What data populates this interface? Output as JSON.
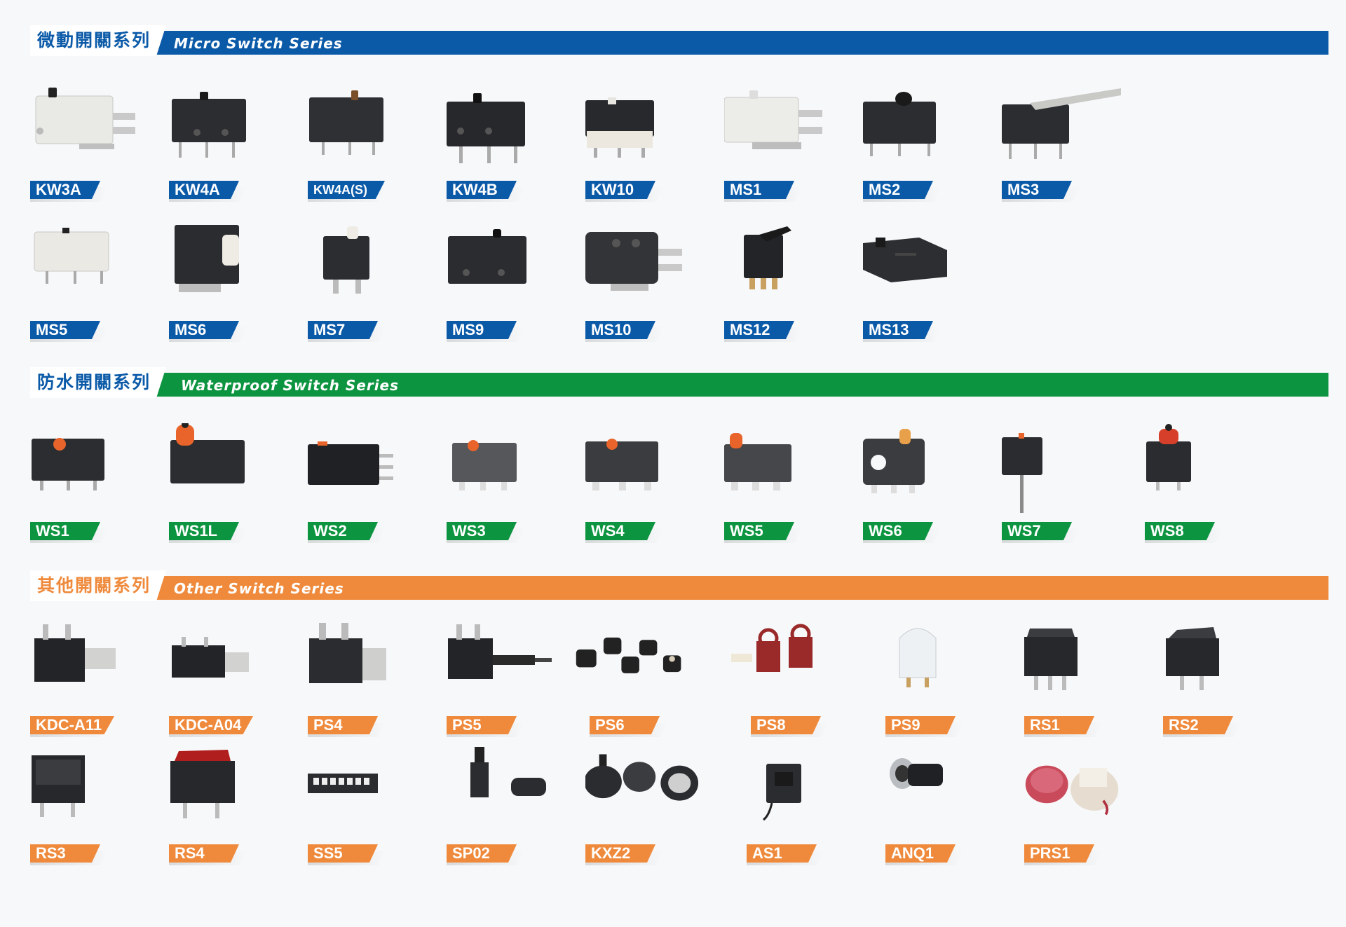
{
  "colors": {
    "micro": "#0b5aa8",
    "water": "#0d9440",
    "other": "#ef8a3c"
  },
  "sections": {
    "micro": {
      "cn": "微動開關系列",
      "en": "Micro Switch Series"
    },
    "water": {
      "cn": "防水開關系列",
      "en": "Waterproof Switch Series"
    },
    "other": {
      "cn": "其他開關系列",
      "en": "Other Switch Series"
    }
  },
  "micro_row1": [
    "KW3A",
    "KW4A",
    "KW4A(S)",
    "KW4B",
    "KW10",
    "MS1",
    "MS2",
    "MS3"
  ],
  "micro_row2": [
    "MS5",
    "MS6",
    "MS7",
    "MS9",
    "MS10",
    "MS12",
    "MS13"
  ],
  "water_row": [
    "WS1",
    "WS1L",
    "WS2",
    "WS3",
    "WS4",
    "WS5",
    "WS6",
    "WS7",
    "WS8"
  ],
  "other_row1": [
    "KDC-A11",
    "KDC-A04",
    "PS4",
    "PS5",
    "PS6",
    "PS8",
    "PS9",
    "RS1",
    "RS2"
  ],
  "other_row2": [
    "RS3",
    "RS4",
    "SS5",
    "SP02",
    "KXZ2",
    "AS1",
    "ANQ1",
    "PRS1"
  ]
}
